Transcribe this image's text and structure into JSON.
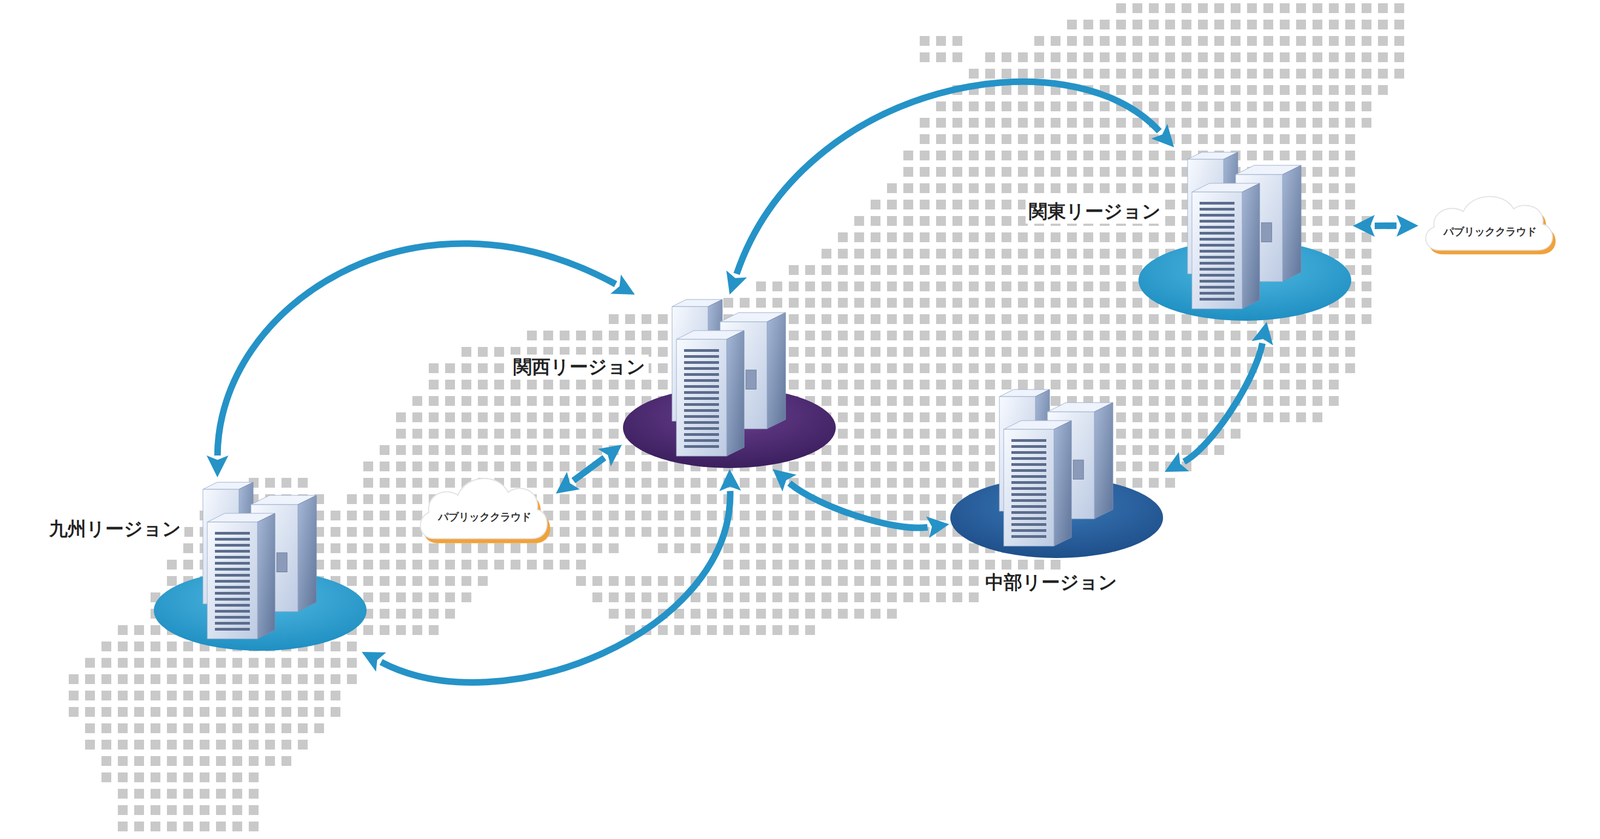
{
  "diagram": {
    "nodes": [
      {
        "text": [
          "関東リージョン"
        ]
      },
      {
        "text": [
          "パブリッククラウド"
        ]
      },
      {
        "text": [
          "関西リージョン"
        ]
      },
      {
        "text": [
          "九州リージョン"
        ]
      },
      {
        "text": [
          "パブリッククラウド"
        ]
      },
      {
        "text": [
          "中部リージョン"
        ]
      }
    ],
    "edges": [
      {
        "from": 2,
        "to": 0,
        "arrow": "both"
      },
      {
        "from": 3,
        "to": 2,
        "arrow": "both"
      },
      {
        "from": 3,
        "to": 2,
        "arrow": "both"
      },
      {
        "from": 0,
        "to": 1,
        "arrow": "both"
      },
      {
        "from": 2,
        "to": 4,
        "arrow": "both"
      },
      {
        "from": 2,
        "to": 5,
        "arrow": "both"
      },
      {
        "from": 5,
        "to": 0,
        "arrow": "both"
      }
    ]
  }
}
